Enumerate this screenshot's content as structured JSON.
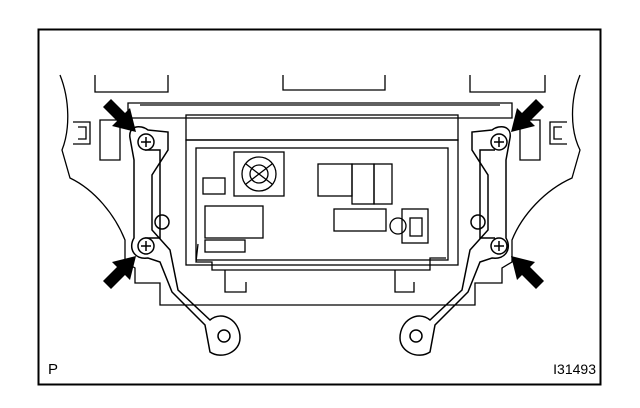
{
  "figure": {
    "corner_letter": "P",
    "figure_id": "I31493"
  },
  "callouts": {
    "arrow_count": 4,
    "screw_count": 4,
    "arrow_color": "#000000"
  },
  "colors": {
    "line": "#000000",
    "background": "#ffffff"
  }
}
